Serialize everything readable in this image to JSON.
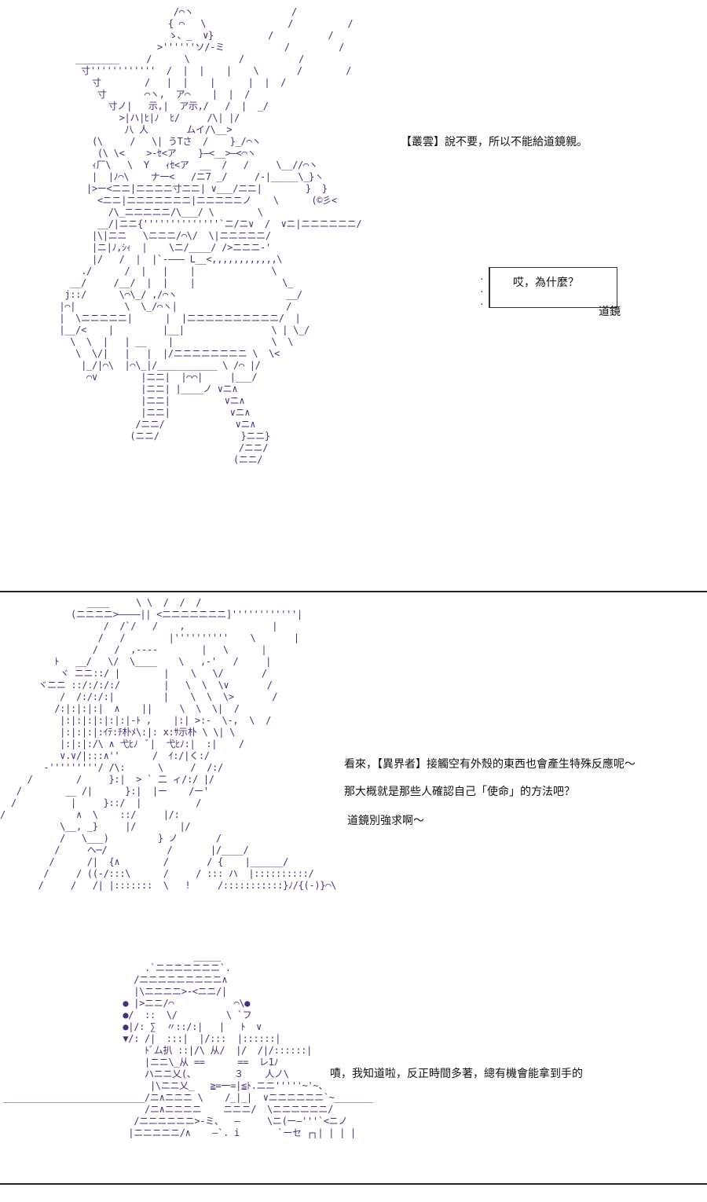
{
  "panel1": {
    "dialogue": "【叢雲】說不要，所以不能給道鏡親。",
    "callout": {
      "text": "哎，為什麼？",
      "speaker": "道鏡"
    }
  },
  "panel2": {
    "dialogue": [
      "看來，【異界者】接觸空有外殼的東西也會產生特殊反應呢～",
      "那大概就是那些人確認自己「使命」的方法吧？",
      "道鏡別強求啊～"
    ],
    "dialogue_bottom": "嘖，我知道啦，反正時間多著，總有機會能拿到手的"
  }
}
